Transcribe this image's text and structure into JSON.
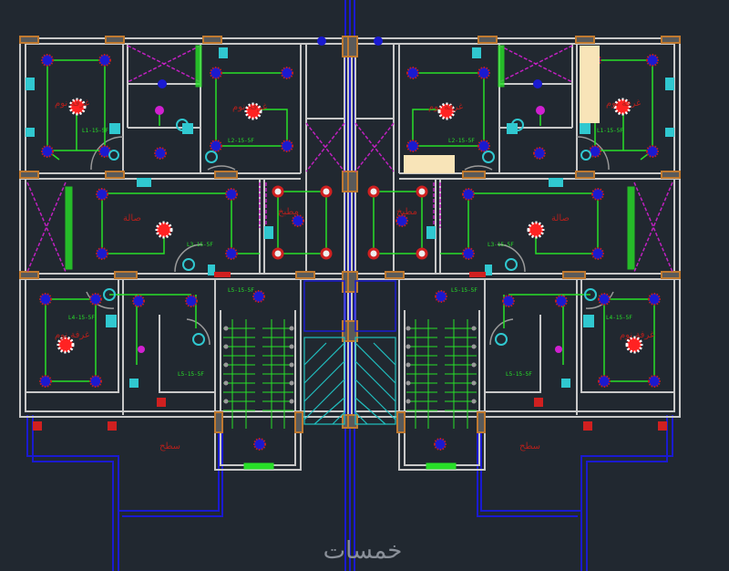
{
  "drawing": {
    "type": "electrical lighting plan",
    "room_labels": {
      "bedroom_1": "غرفة نوم",
      "bedroom_2": "غرفة نوم",
      "hall": "صالة",
      "kitchen": "مطبخ",
      "bedroom_3": "غرفة نوم",
      "roof": "سطح"
    },
    "circuit_labels": {
      "c1": "L1-15-5F",
      "c2": "L2-15-5F",
      "c3": "L3-15-5F",
      "c4": "L4-15-5F",
      "c5": "L5-15-5F",
      "c6": "L5-15-5F"
    },
    "colors": {
      "background": "#212830",
      "walls": "#c8c8c8",
      "wiring": "#28e028",
      "fixtures": "#1a1ad0",
      "columns": "#c07a30",
      "diagonals": "#c020c0",
      "axis": "#1a1ad0"
    }
  },
  "watermark": {
    "text": "خمسات"
  }
}
